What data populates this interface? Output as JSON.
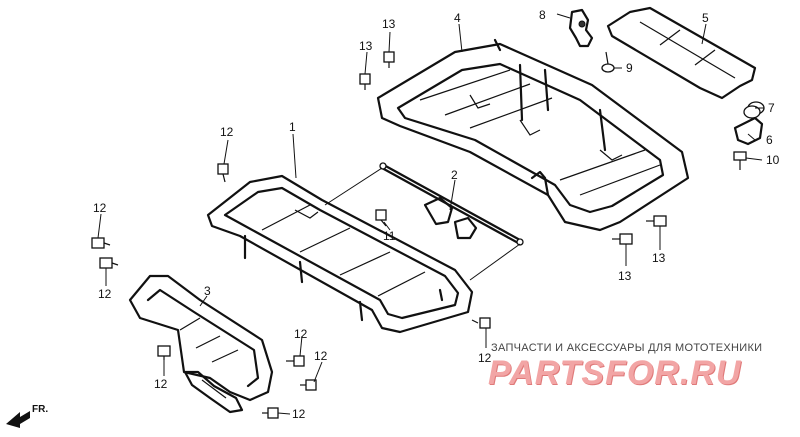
{
  "callouts": {
    "c1": "1",
    "c2": "2",
    "c3": "3",
    "c4": "4",
    "c5": "5",
    "c6": "6",
    "c7": "7",
    "c8": "8",
    "c9": "9",
    "c10": "10",
    "c11": "11",
    "c12": "12",
    "c13": "13"
  },
  "watermark": {
    "subtitle": "ЗАПЧАСТИ И АКСЕССУАРЫ ДЛЯ МОТОТЕХНИКИ",
    "logo": "PARTSFOR.RU"
  },
  "direction_label": "FR."
}
